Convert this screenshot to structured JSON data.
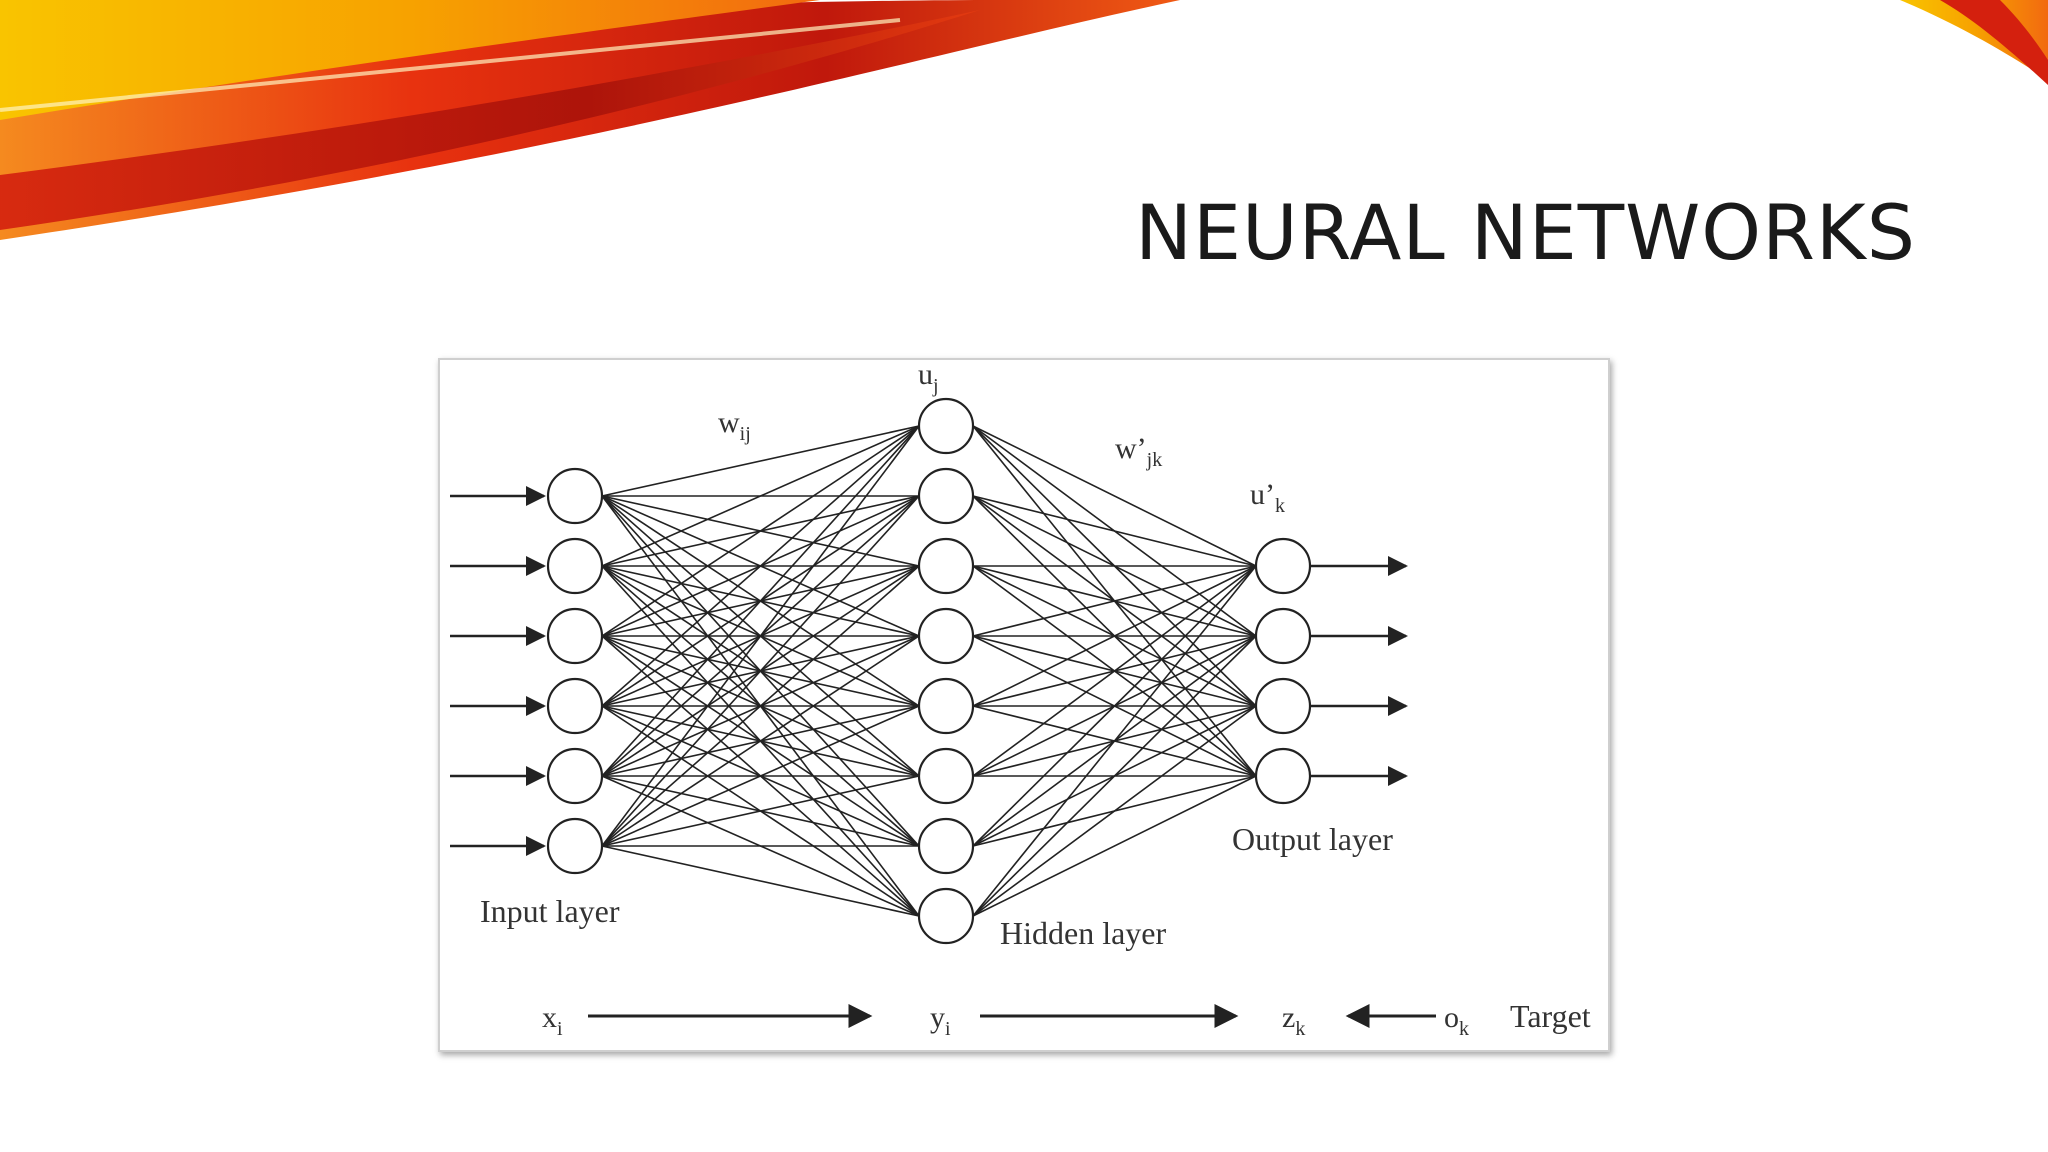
{
  "slide": {
    "title": "NEURAL NETWORKS"
  },
  "colors": {
    "swoosh_dark": "#c0180c",
    "swoosh_mid": "#f05a14",
    "swoosh_light": "#f7b500",
    "diagram_ink": "#222222",
    "title_text": "#1a1a1a"
  },
  "diagram": {
    "layers": [
      {
        "name": "input",
        "label": "Input layer",
        "node_count": 6
      },
      {
        "name": "hidden",
        "label": "Hidden layer",
        "node_count": 8
      },
      {
        "name": "output",
        "label": "Output layer",
        "node_count": 4
      }
    ],
    "connections": "fully connected between adjacent layers",
    "weight_labels": {
      "input_hidden": {
        "base": "w",
        "sub": "ij"
      },
      "hidden_output": {
        "base": "w’",
        "sub": "jk"
      }
    },
    "node_labels": {
      "hidden": {
        "base": "u",
        "sub": "j"
      },
      "output": {
        "base": "u’",
        "sub": "k"
      }
    },
    "flow": {
      "x": {
        "base": "x",
        "sub": "i"
      },
      "y": {
        "base": "y",
        "sub": "i"
      },
      "z": {
        "base": "z",
        "sub": "k"
      },
      "o": {
        "base": "o",
        "sub": "k"
      },
      "target_label": "Target"
    }
  }
}
